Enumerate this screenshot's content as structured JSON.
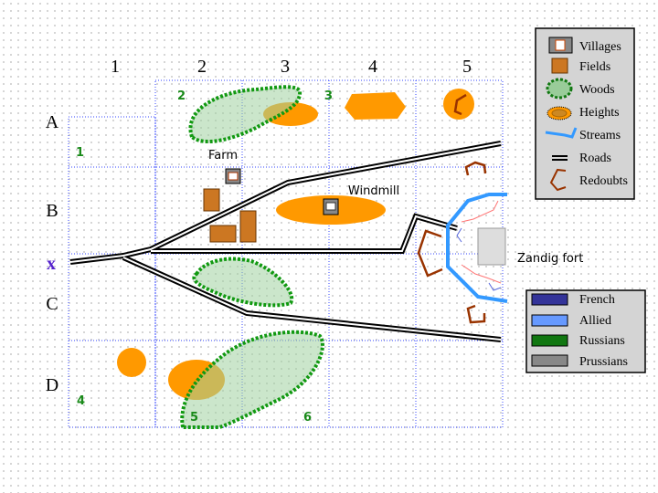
{
  "map": {
    "columns": [
      "1",
      "2",
      "3",
      "4",
      "5"
    ],
    "rows": [
      "A",
      "B",
      "x",
      "C",
      "D"
    ],
    "cell_numbers": [
      "1",
      "2",
      "3",
      "4",
      "5",
      "6"
    ],
    "places": {
      "farm": "Farm",
      "windmill": "Windmill",
      "fort": "Zandig fort"
    }
  },
  "terrain_legend": {
    "items": [
      {
        "icon": "village-icon",
        "label": "Villages"
      },
      {
        "icon": "field-icon",
        "label": "Fields"
      },
      {
        "icon": "woods-icon",
        "label": "Woods"
      },
      {
        "icon": "heights-icon",
        "label": "Heights"
      },
      {
        "icon": "stream-icon",
        "label": "Streams"
      },
      {
        "icon": "road-icon",
        "label": "Roads"
      },
      {
        "icon": "redoubt-icon",
        "label": "Redoubts"
      }
    ]
  },
  "army_legend": {
    "items": [
      {
        "label": "French",
        "color": "#333399"
      },
      {
        "label": "Allied",
        "color": "#6699ff"
      },
      {
        "label": "Russians",
        "color": "#117711"
      },
      {
        "label": "Prussians",
        "color": "#888888"
      }
    ]
  },
  "colors": {
    "height": "#ff9900",
    "woods": "#cce5cc",
    "woods_border": "#119911",
    "stream": "#3399ff",
    "redoubt": "#993300",
    "grid": "#0000ff"
  }
}
